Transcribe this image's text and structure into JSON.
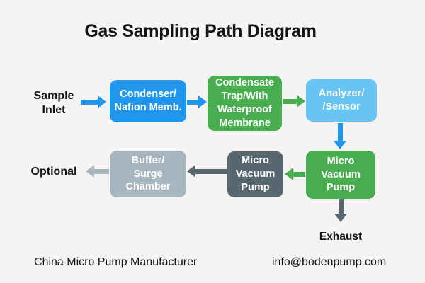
{
  "title": "Gas Sampling Path Diagram",
  "colors": {
    "bg": "#f5f4f2",
    "ink": "#141414",
    "boxtext": "#ffffff",
    "blue": "#2196ee",
    "lightblue": "#68c4f3",
    "green": "#47ad4e",
    "gray": "#a8b6c0",
    "dark": "#57666f"
  },
  "flow": {
    "inlet_label": "Sample\nInlet",
    "boxes": {
      "condenser": "Condenser/\nNafion Memb.",
      "condensate_trap": "Condensate\nTrap/With\nWaterproof\nMembrane",
      "analyzer": "Analyzer/\n/Sensor",
      "vacuum_pump_green": "Micro\nVacuum\nPump",
      "vacuum_pump_dark": "Micro\nVacuum\nPump",
      "buffer": "Buffer/\nSurge\nChamber"
    },
    "optional_label": "Optional",
    "exhaust_label": "Exhaust",
    "edges": [
      {
        "from": "sample-inlet",
        "to": "condenser",
        "direction": "right",
        "color": "blue"
      },
      {
        "from": "condenser",
        "to": "condensate-trap",
        "direction": "right",
        "color": "blue"
      },
      {
        "from": "condensate-trap",
        "to": "analyzer",
        "direction": "right",
        "color": "green"
      },
      {
        "from": "analyzer",
        "to": "micro-vacuum-pump-green",
        "direction": "down",
        "color": "blue"
      },
      {
        "from": "micro-vacuum-pump-green",
        "to": "micro-vacuum-pump-dark",
        "direction": "left",
        "color": "green"
      },
      {
        "from": "micro-vacuum-pump-dark",
        "to": "buffer-surge-chamber",
        "direction": "left",
        "color": "dark"
      },
      {
        "from": "buffer-surge-chamber",
        "to": "optional",
        "direction": "left",
        "color": "gray"
      },
      {
        "from": "micro-vacuum-pump-green",
        "to": "exhaust",
        "direction": "down",
        "color": "dark"
      }
    ]
  },
  "footer": {
    "left": "China Micro Pump Manufacturer",
    "right": "info@bodenpump.com"
  }
}
